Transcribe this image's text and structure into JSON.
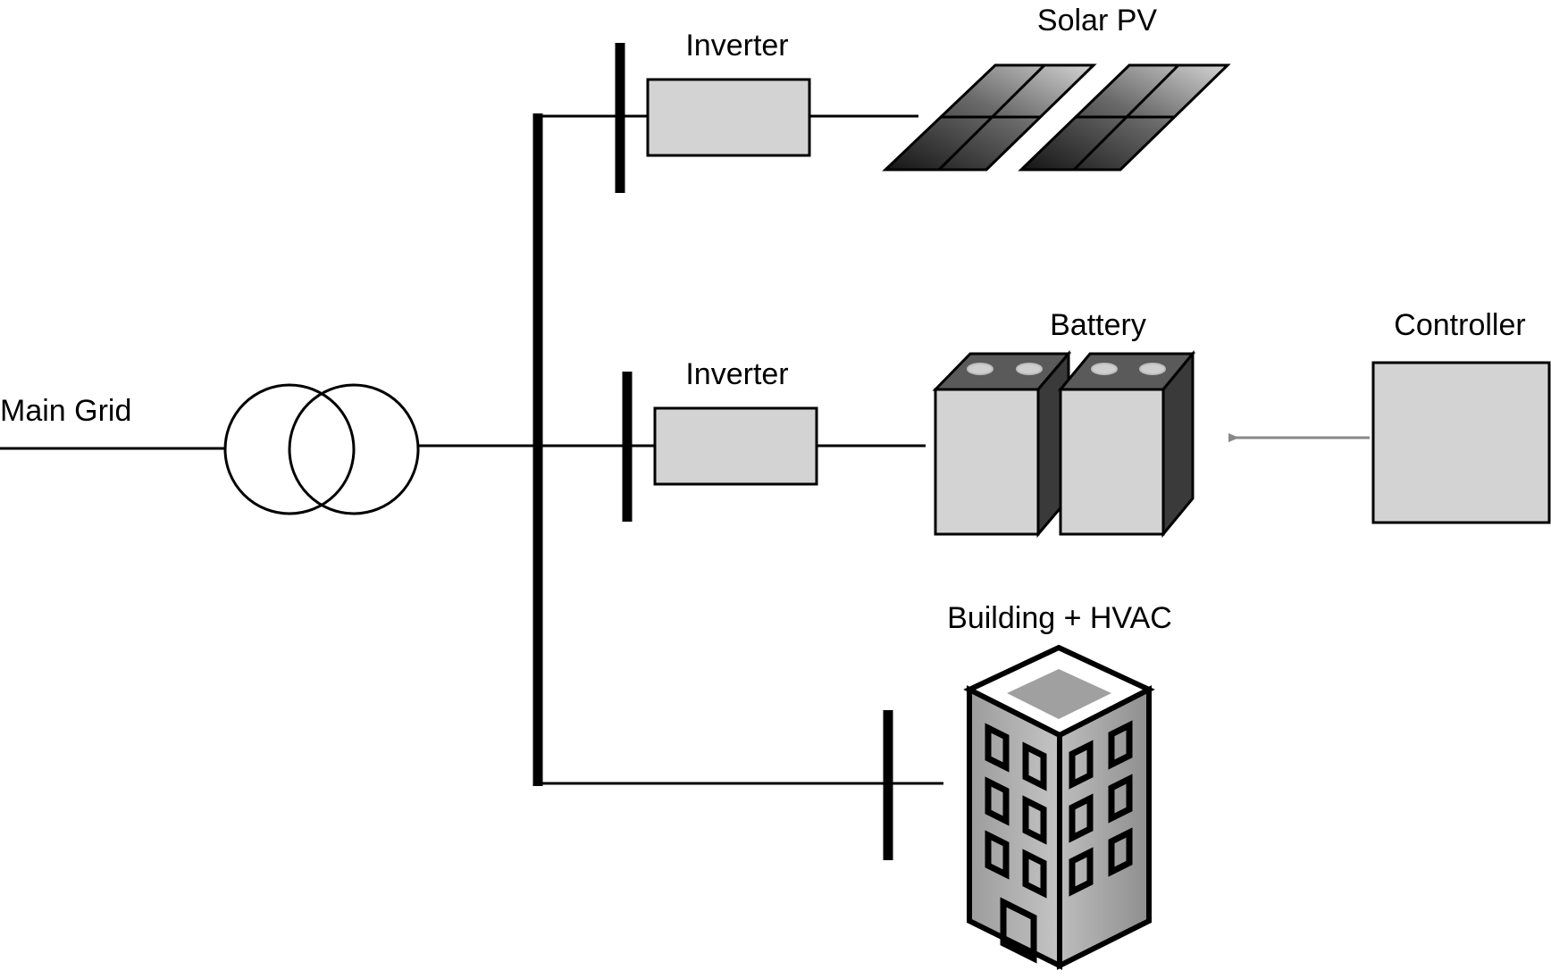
{
  "labels": {
    "main_grid": "Main Grid",
    "inverter_top": "Inverter",
    "solar_pv": "Solar PV",
    "inverter_mid": "Inverter",
    "battery": "Battery",
    "controller": "Controller",
    "building": "Building + HVAC"
  },
  "icons": {
    "transformer": "transformer-icon",
    "solar_panels": "solar-panel-icon",
    "battery": "battery-icon",
    "building": "building-icon",
    "controller": "controller-box"
  },
  "colors": {
    "line": "#000000",
    "box_fill": "#d3d3d3",
    "battery_side": "#3a3a3a",
    "building_side": "#9a9a9a",
    "signal_arrow": "#888888"
  }
}
